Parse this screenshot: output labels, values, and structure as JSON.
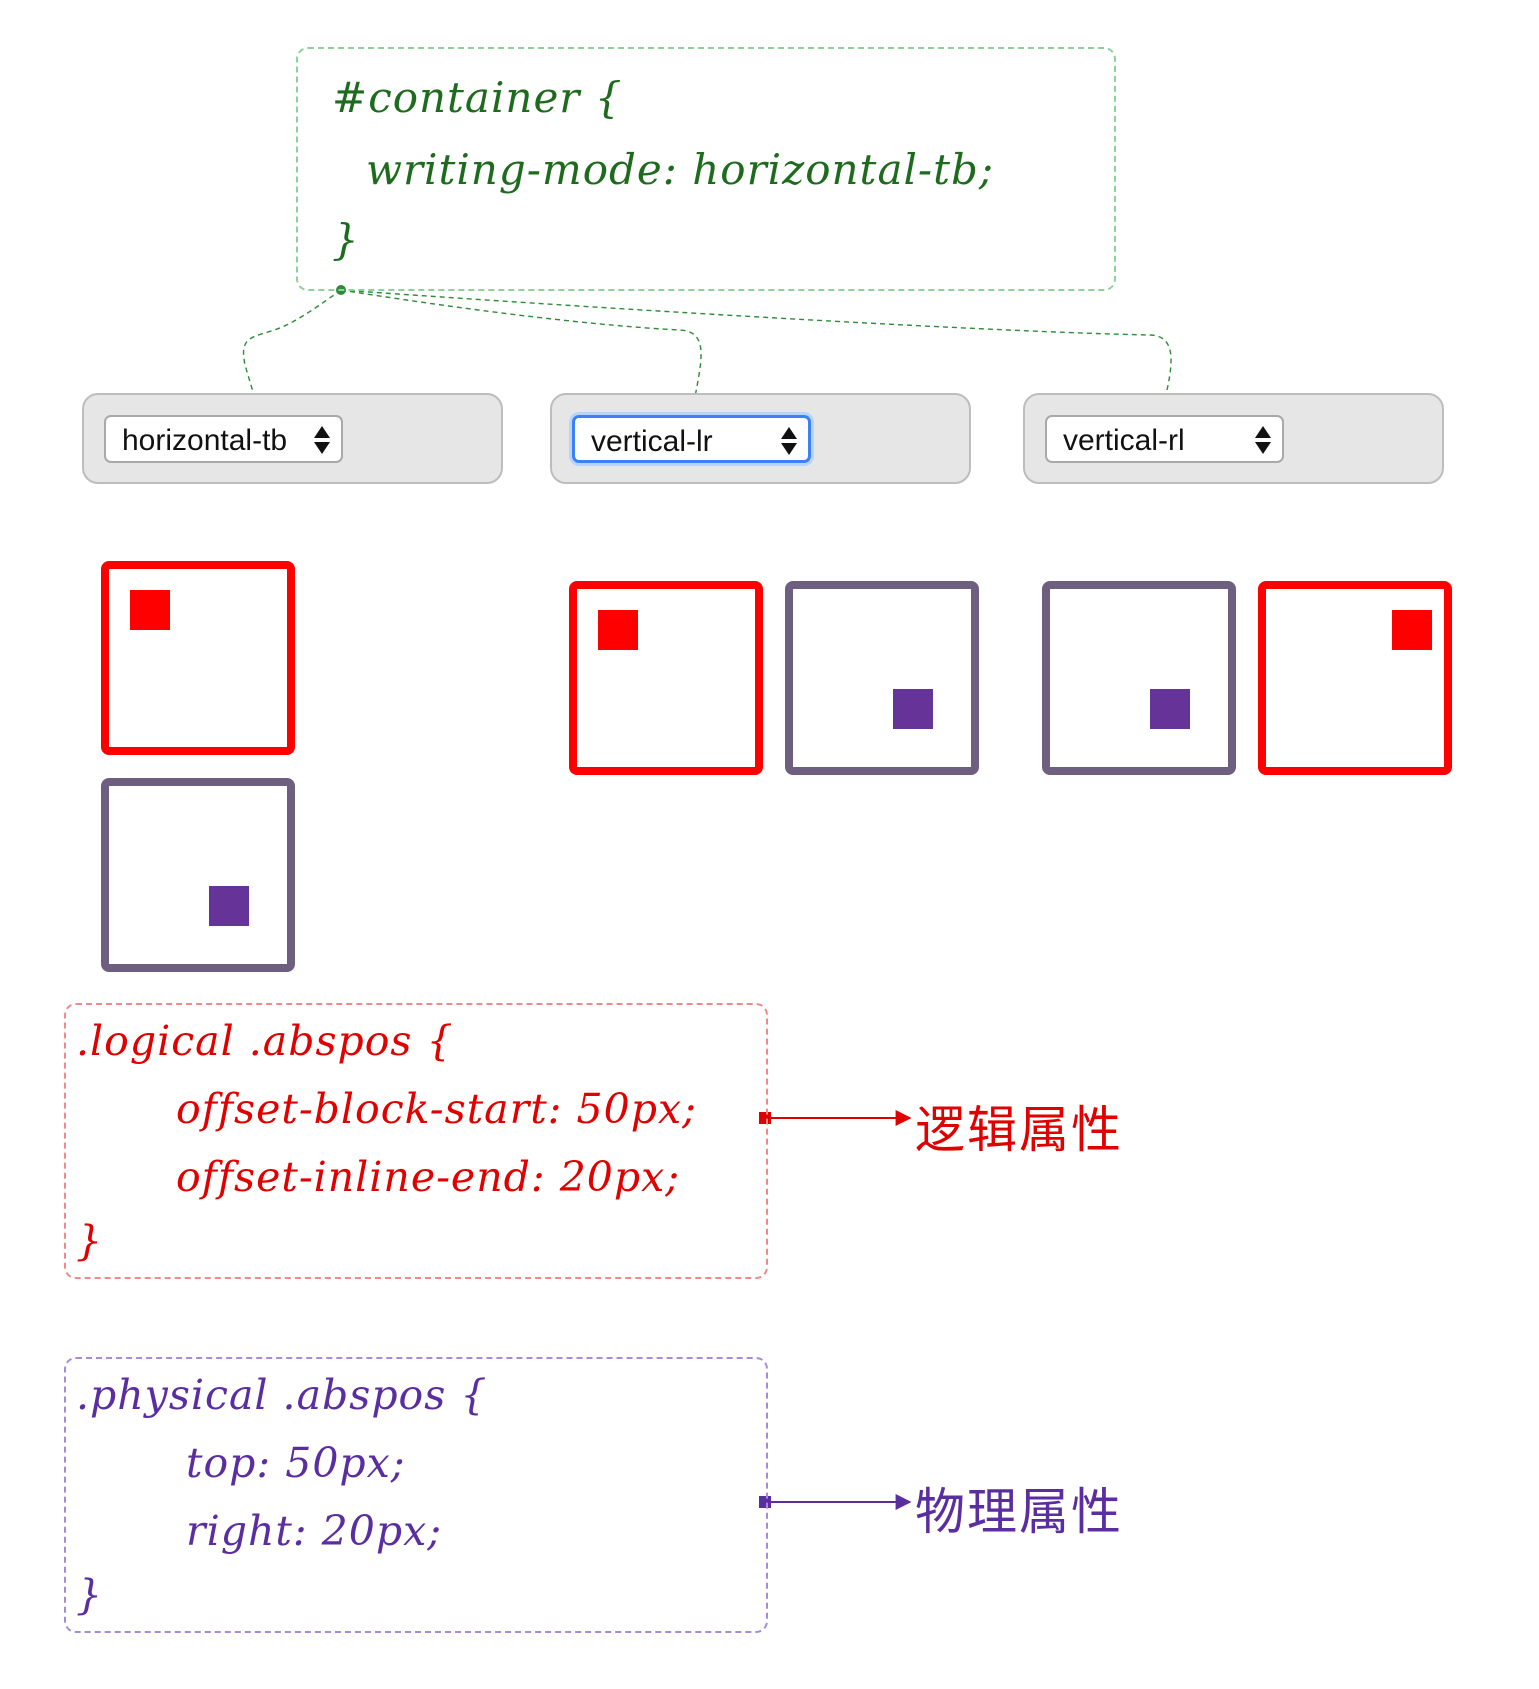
{
  "container_rule": {
    "line1": "#container {",
    "line2": "writing-mode: horizontal-tb;",
    "line3": "}"
  },
  "selects": [
    {
      "value": "horizontal-tb",
      "focused": false
    },
    {
      "value": "vertical-lr",
      "focused": true
    },
    {
      "value": "vertical-rl",
      "focused": false
    }
  ],
  "logical_rule": {
    "line1": ".logical .abspos {",
    "line2": "offset-block-start: 50px;",
    "line3": "offset-inline-end: 20px;",
    "line4": "}",
    "label": "逻辑属性"
  },
  "physical_rule": {
    "line1": ".physical .abspos {",
    "line2": "top: 50px;",
    "line3": "right: 20px;",
    "line4": "}",
    "label": "物理属性"
  },
  "colors": {
    "green_code": "#1e6b1e",
    "green_border": "#8ed19b",
    "red": "#ff0000",
    "red_code": "#e00000",
    "purple_code": "#5a2ea0",
    "purple_marker": "#663399",
    "physical_border": "#6e5e80",
    "focus_ring": "#3b82f6"
  }
}
